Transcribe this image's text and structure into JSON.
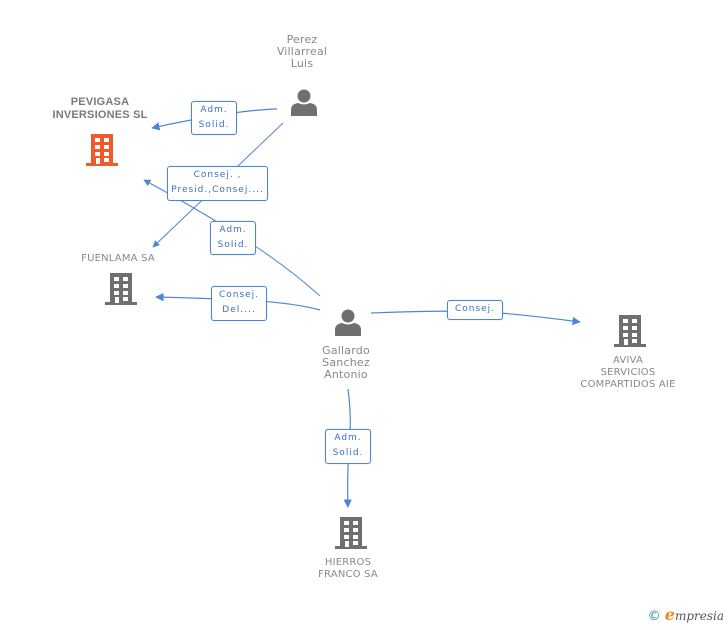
{
  "colors": {
    "edge": "#4a86d8",
    "edge_label_text": "#3a70c2",
    "company_main": "#f05a28",
    "company": "#6f6f6f",
    "person": "#6f6f6f",
    "label_text": "#888888"
  },
  "nodes": [
    {
      "id": "perez",
      "type": "person",
      "icon": "person-icon",
      "label": "Perez\nVillarreal\nLuis"
    },
    {
      "id": "pevigasa",
      "type": "company-main",
      "icon": "building-icon",
      "label": "PEVIGASA\nINVERSIONES SL"
    },
    {
      "id": "fuenlama",
      "type": "company",
      "icon": "building-icon",
      "label": "FUENLAMA SA"
    },
    {
      "id": "gallardo",
      "type": "person",
      "icon": "person-icon",
      "label": "Gallardo\nSanchez\nAntonio"
    },
    {
      "id": "aviva",
      "type": "company",
      "icon": "building-icon",
      "label": "AVIVA\nSERVICIOS\nCOMPARTIDOS AIE"
    },
    {
      "id": "hierros",
      "type": "company",
      "icon": "building-icon",
      "label": "HIERROS\nFRANCO SA"
    }
  ],
  "edges": [
    {
      "from": "perez",
      "to": "pevigasa",
      "label": "Adm.\nSolid."
    },
    {
      "from": "perez",
      "to": "fuenlama",
      "label": "Consej. ,\nPresid.,Consej...."
    },
    {
      "from": "gallardo",
      "to": "pevigasa",
      "label": "Adm.\nSolid."
    },
    {
      "from": "gallardo",
      "to": "fuenlama",
      "label": "Consej.\nDel...."
    },
    {
      "from": "gallardo",
      "to": "aviva",
      "label": "Consej."
    },
    {
      "from": "gallardo",
      "to": "hierros",
      "label": "Adm.\nSolid."
    }
  ],
  "footer": {
    "copyright_symbol": "©",
    "brand_initial": "e",
    "brand_rest": "mpresia"
  }
}
